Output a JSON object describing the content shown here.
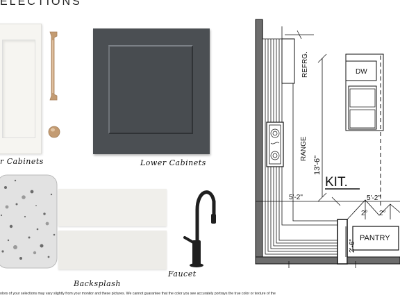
{
  "header": {
    "title": "ELECTIONS"
  },
  "captions": {
    "upper_cabinets": "r Cabinets",
    "lower_cabinets": "Lower Cabinets",
    "backsplash": "Backsplash",
    "faucet": "Faucet"
  },
  "floorplan": {
    "dw": "DW",
    "refrig": "REFRG.",
    "range": "RANGE",
    "dim_height": "13'-6\"",
    "room": "KIT.",
    "dim_left": "5'-2\"",
    "dim_right": "5'-2\"",
    "angle_a": "2°",
    "angle_b": "2°",
    "pantry": "PANTRY",
    "dim_pantry": "2'-6\""
  },
  "footer": {
    "disclaimer": "olors of your selections may vary slightly from your monitor and these pictures. We cannot guarantee that the color you see accurately portrays the true color or texture of the"
  },
  "colors": {
    "upper_cabinet": "#f6f5f1",
    "lower_cabinet": "#4b4f53",
    "hardware": "#c39b72",
    "faucet": "#1f1f1f"
  }
}
